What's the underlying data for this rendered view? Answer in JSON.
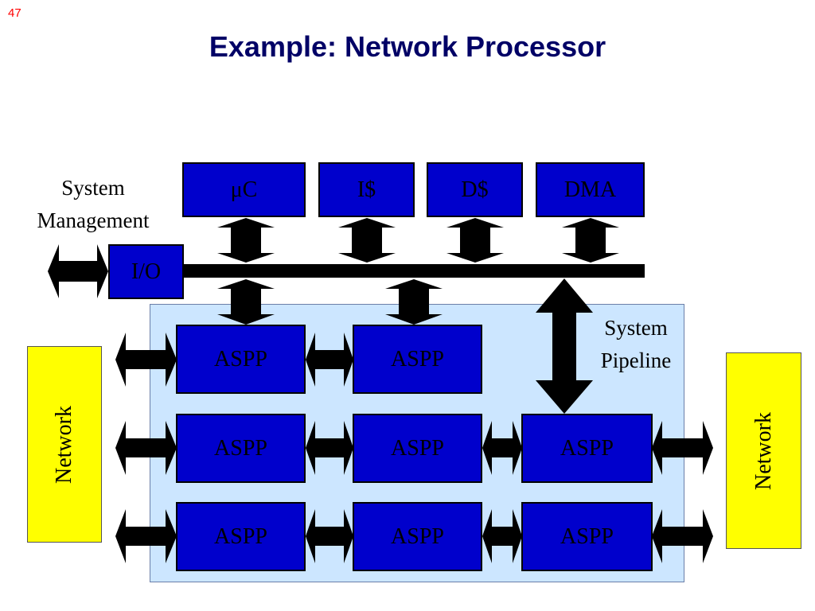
{
  "slide_number": "47",
  "title": "Example: Network Processor",
  "colors": {
    "title": "#000066",
    "slide_number": "#ff0000",
    "block": "#0000cc",
    "panel": "#cce6ff",
    "network": "#ffff00",
    "arrow": "#000000"
  },
  "top_blocks": [
    "μC",
    "I$",
    "D$",
    "DMA"
  ],
  "io_label": "I/O",
  "system_management": {
    "line1": "System",
    "line2": "Management"
  },
  "system_pipeline": {
    "line1": "System",
    "line2": "Pipeline"
  },
  "aspp_label": "ASPP",
  "network_left": "Network",
  "network_right": "Network",
  "icons": {
    "arrow": "double-headed-arrow-icon"
  }
}
